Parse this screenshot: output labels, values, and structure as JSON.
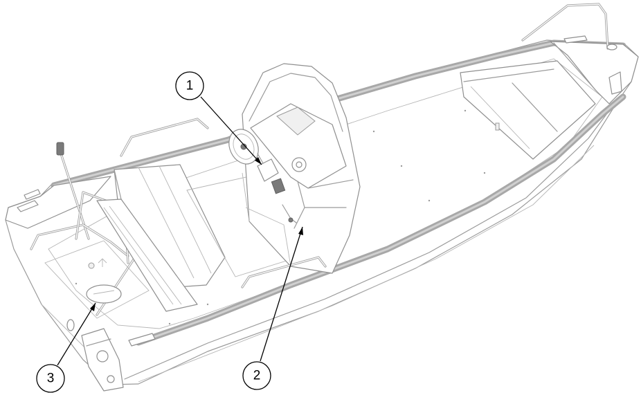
{
  "callouts": [
    {
      "id": "1",
      "label": "1"
    },
    {
      "id": "2",
      "label": "2"
    },
    {
      "id": "3",
      "label": "3"
    }
  ],
  "colors": {
    "outline": "#9a9a9a",
    "gunwale": "#a8a8a8",
    "callout": "#000000",
    "background": "#ffffff"
  }
}
